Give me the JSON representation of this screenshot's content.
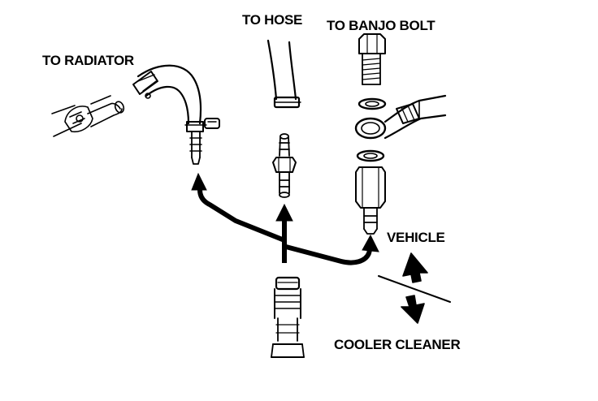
{
  "labels": {
    "to_radiator": "TO RADIATOR",
    "to_hose": "TO HOSE",
    "to_banjo_bolt": "TO BANJO BOLT",
    "vehicle": "VEHICLE",
    "cooler_cleaner": "COOLER CLEANER"
  },
  "colors": {
    "line": "#000000",
    "background": "#ffffff"
  }
}
